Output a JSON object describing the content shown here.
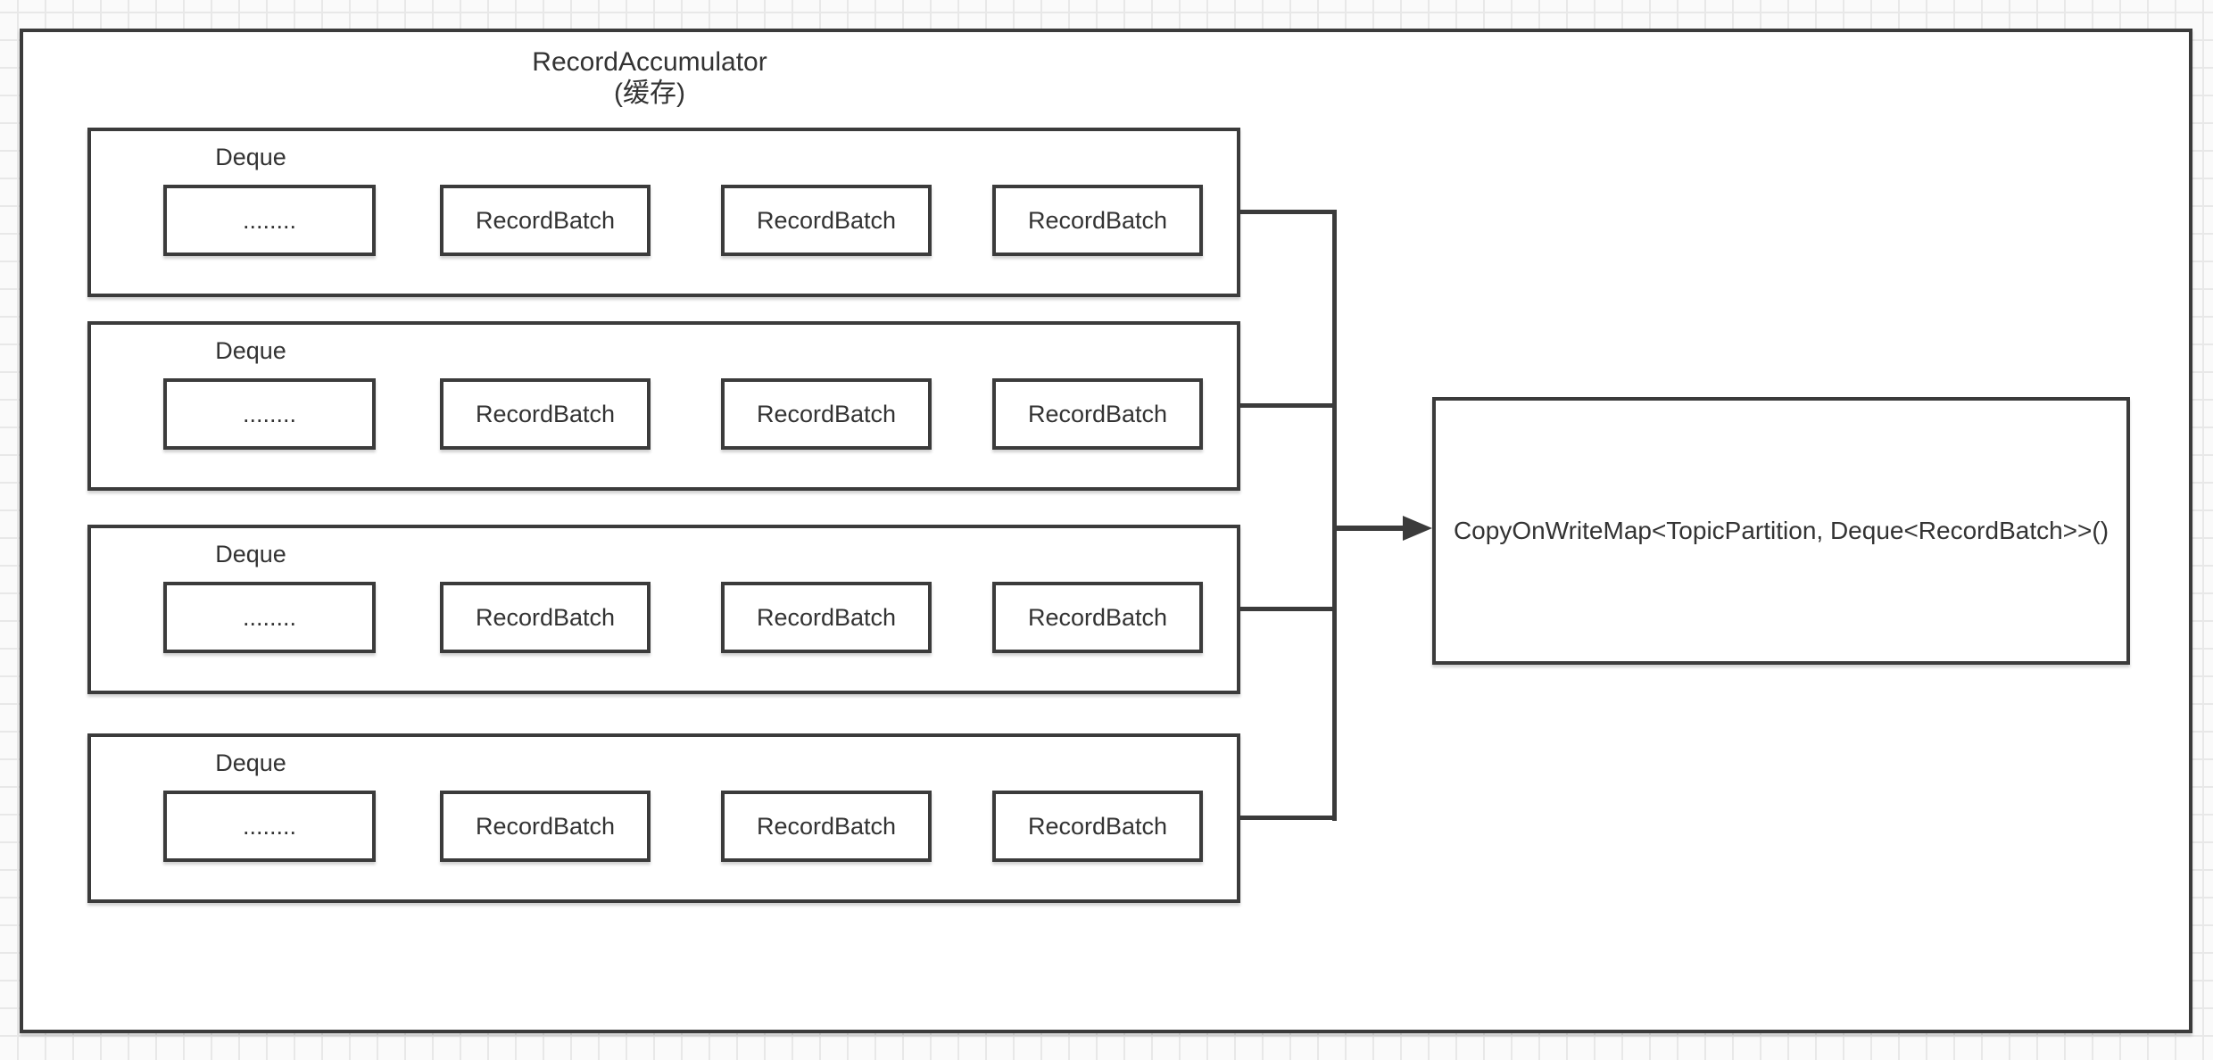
{
  "diagram": {
    "title_line1": "RecordAccumulator",
    "title_line2": "(缓存)",
    "deques": [
      {
        "label": "Deque",
        "items": [
          "........",
          "RecordBatch",
          "RecordBatch",
          "RecordBatch"
        ]
      },
      {
        "label": "Deque",
        "items": [
          "........",
          "RecordBatch",
          "RecordBatch",
          "RecordBatch"
        ]
      },
      {
        "label": "Deque",
        "items": [
          "........",
          "RecordBatch",
          "RecordBatch",
          "RecordBatch"
        ]
      },
      {
        "label": "Deque",
        "items": [
          "........",
          "RecordBatch",
          "RecordBatch",
          "RecordBatch"
        ]
      }
    ],
    "map_box_label": "CopyOnWriteMap<TopicPartition, Deque<RecordBatch>>()",
    "colors": {
      "line": "#3b3b3b",
      "text": "#333333",
      "grid": "#e8e8e8",
      "canvas_background": "#fafafa",
      "shape_fill": "#ffffff"
    }
  }
}
